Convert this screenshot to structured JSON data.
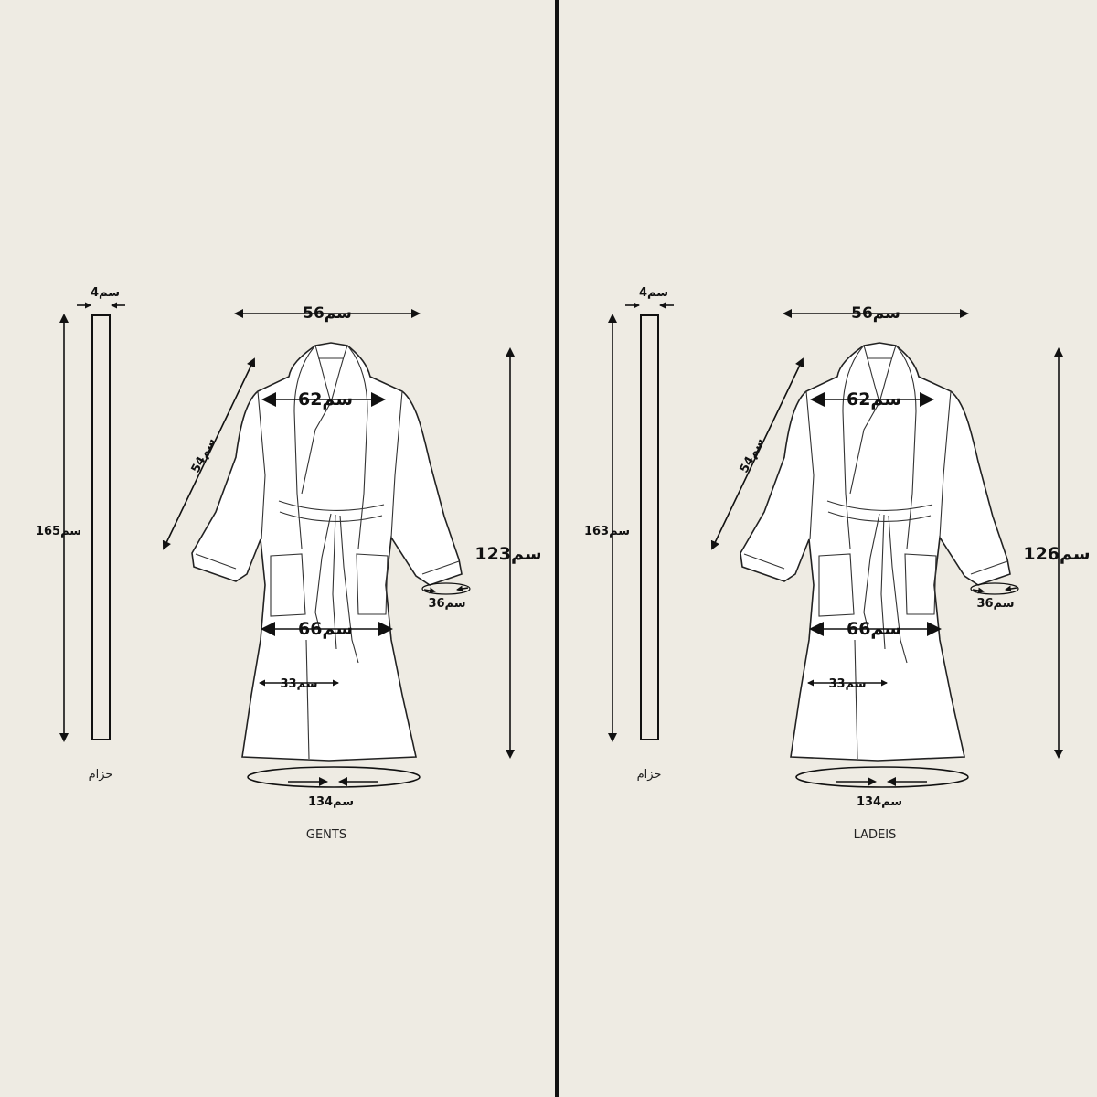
{
  "panels": [
    {
      "caption": "GENTS",
      "belt_label": "حزام",
      "belt_width": "4سم",
      "belt_length": "165سم",
      "shoulder_width": "56سم",
      "chest_width": "62سم",
      "sleeve_length": "54سم",
      "robe_length": "123سم",
      "cuff": "36سم",
      "hip_width": "66سم",
      "pocket_width": "33سم",
      "hem": "134سم"
    },
    {
      "caption": "LADEIS",
      "belt_label": "حزام",
      "belt_width": "4سم",
      "belt_length": "163سم",
      "shoulder_width": "56سم",
      "chest_width": "62سم",
      "sleeve_length": "54سم",
      "robe_length": "126سم",
      "cuff": "36سم",
      "hip_width": "66سم",
      "pocket_width": "33سم",
      "hem": "134سم"
    }
  ],
  "colors": {
    "background": "#eeebe3",
    "line": "#111111",
    "robe": "#ffffff"
  }
}
